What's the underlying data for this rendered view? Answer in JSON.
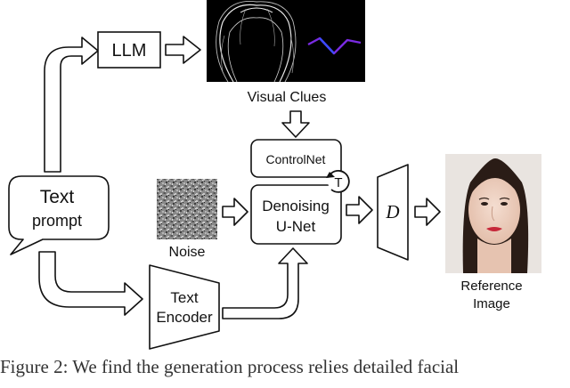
{
  "diagram": {
    "llm_label": "LLM",
    "visual_clues_label": "Visual Clues",
    "text_prompt_line1": "Text",
    "text_prompt_line2": "prompt",
    "noise_label": "Noise",
    "controlnet_label": "ControlNet",
    "unet_line1": "Denoising",
    "unet_line2": "U-Net",
    "t_label": "T",
    "decoder_label": "D",
    "text_encoder_line1": "Text",
    "text_encoder_line2": "Encoder",
    "reference_line1": "Reference",
    "reference_line2": "Image"
  },
  "caption": "Figure 2: We find the generation process relies detailed facial"
}
